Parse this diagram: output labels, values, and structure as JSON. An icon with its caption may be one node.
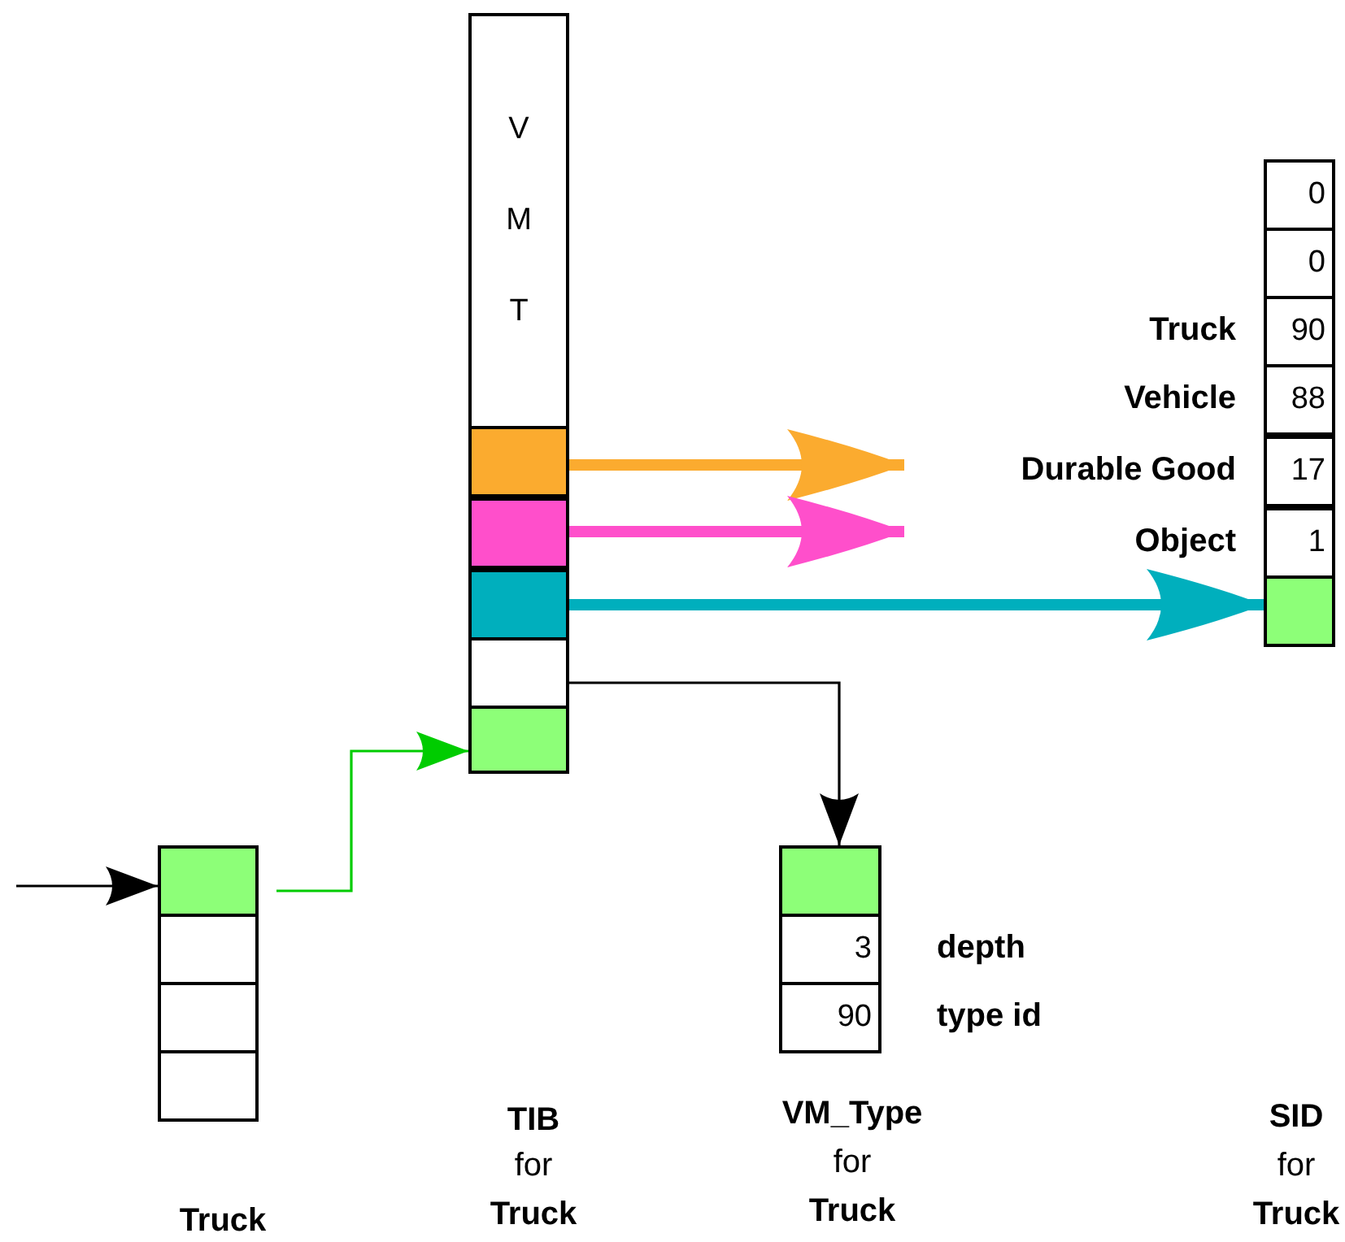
{
  "diagram": {
    "nodes": [
      {
        "text": [
          "V M T"
        ]
      },
      {
        "text": [],
        "shape": "box"
      },
      {
        "text": [],
        "shape": "box"
      },
      {
        "text": [],
        "shape": "box"
      },
      {
        "text": [],
        "shape": "box"
      },
      {
        "text": [],
        "shape": "box"
      },
      {
        "text": [
          "0"
        ]
      },
      {
        "text": [
          "0"
        ]
      },
      {
        "text": [
          "90"
        ],
        "beside": [
          "Truck"
        ]
      },
      {
        "text": [
          "88"
        ],
        "beside": [
          "Vehicle"
        ]
      },
      {
        "text": [
          "17"
        ],
        "beside": [
          "Durable Good"
        ]
      },
      {
        "text": [
          "1"
        ],
        "beside": [
          "Object"
        ]
      },
      {
        "text": [],
        "shape": "box"
      },
      {
        "text": [],
        "shape": "box"
      },
      {
        "text": [
          "3"
        ],
        "beside": [
          "depth"
        ]
      },
      {
        "text": [
          "90"
        ],
        "beside": [
          "type id"
        ]
      },
      {
        "text": [],
        "shape": "box"
      },
      {
        "text": [],
        "shape": "box"
      },
      {
        "text": [],
        "shape": "box"
      },
      {
        "text": [],
        "shape": "box"
      }
    ],
    "edges": [
      {
        "from": 1,
        "to": null,
        "arrow": "to",
        "style": "thick",
        "color": "#fbab2f"
      },
      {
        "from": 2,
        "to": null,
        "arrow": "to",
        "style": "thick",
        "color": "#ff4fcb"
      },
      {
        "from": 3,
        "to": 12,
        "arrow": "to",
        "style": "thick",
        "color": "#00afbd"
      },
      {
        "from": 4,
        "to": 13,
        "arrow": "to"
      },
      {
        "from": null,
        "to": 16,
        "arrow": "to"
      },
      {
        "from": 16,
        "to": 5,
        "arrow": "to",
        "color": "#00cc00"
      }
    ],
    "labels": [
      "TIB",
      "for",
      "Truck",
      "VM_Type",
      "for",
      "Truck",
      "SID",
      "for",
      "Truck",
      "Truck"
    ]
  }
}
